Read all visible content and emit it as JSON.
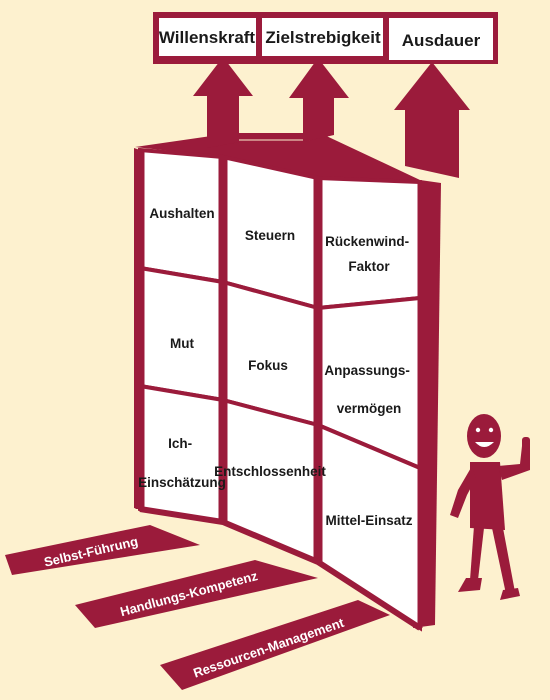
{
  "top_labels": [
    "Willenskraft",
    "Zielstrebigkeit",
    "Ausdauer"
  ],
  "cells": [
    [
      "Aushalten",
      "Steuern",
      "Rückenwind-|Faktor"
    ],
    [
      "Mut",
      "Fokus",
      "Anpassungs-|vermögen"
    ],
    [
      "Ich-|Einschätzung",
      "Entschlossenheit",
      "Mittel-Einsatz"
    ]
  ],
  "bands": [
    "Selbst-Führung",
    "Handlungs-Kompetenz",
    "Ressourcen-Management"
  ],
  "colors": {
    "primary": "#9b1b3b",
    "background": "#fdf1cf",
    "cell": "#ffffff",
    "text": "#1a1a1a"
  },
  "figure_icon": "smiling-person-thumbs-up-icon"
}
